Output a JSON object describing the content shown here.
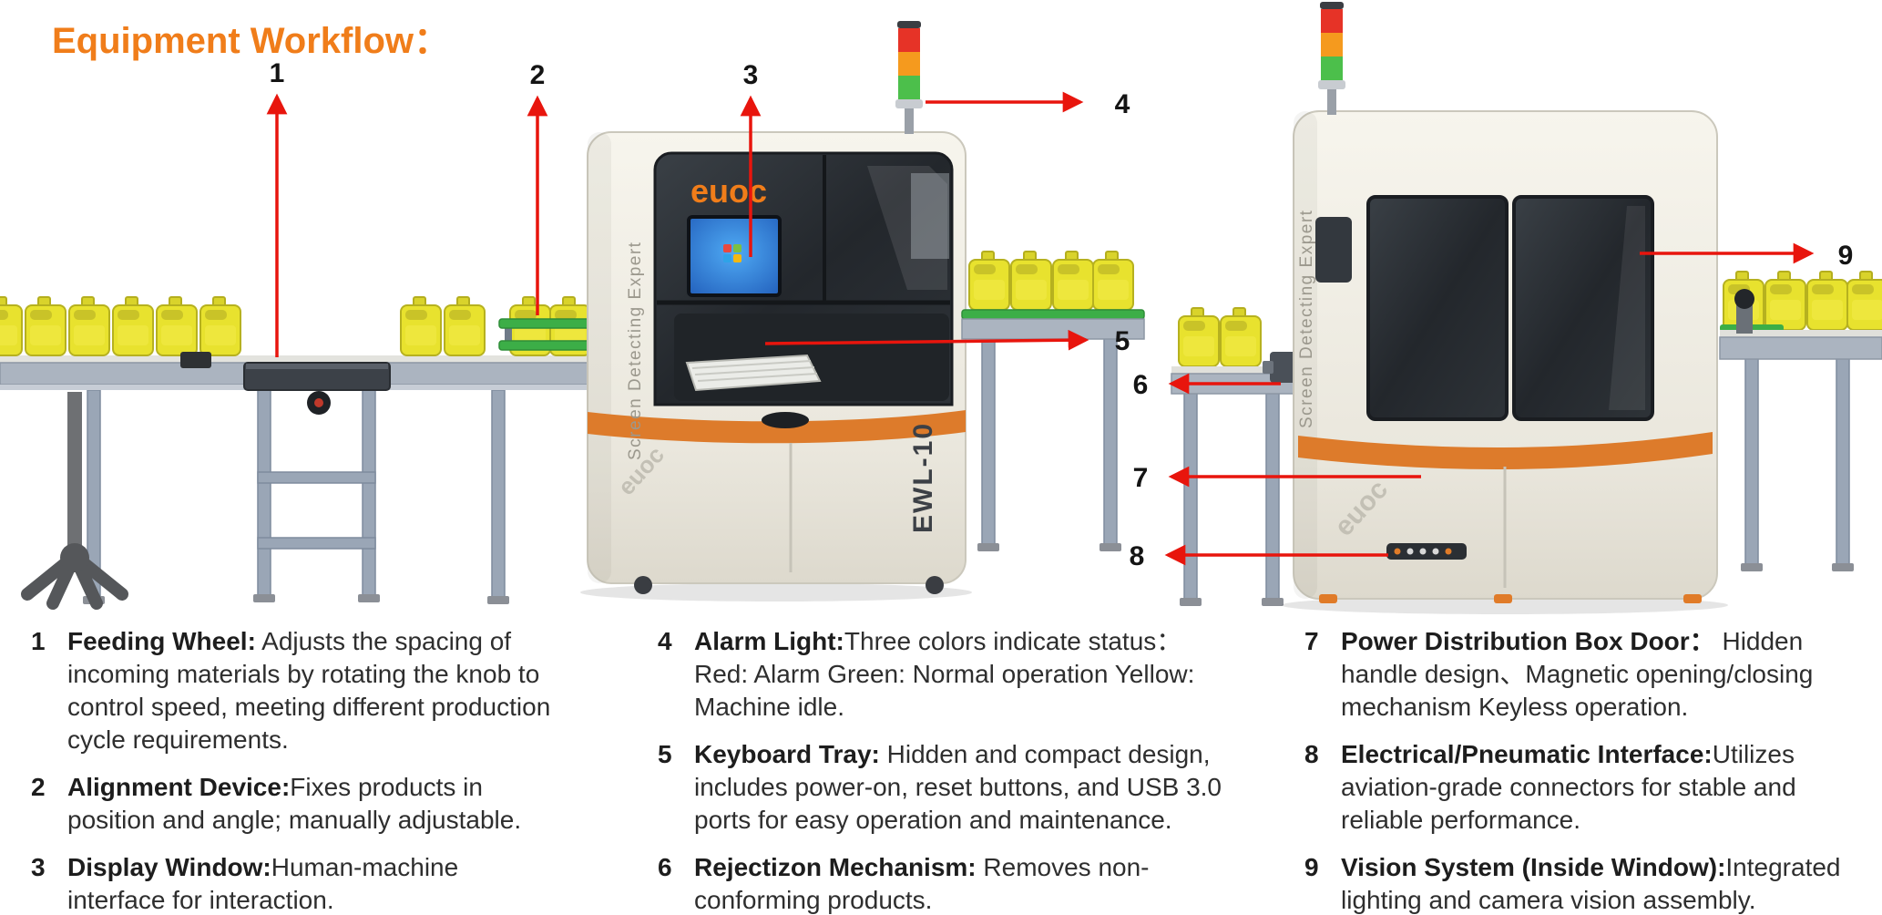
{
  "title": "Equipment Workflow：",
  "colors": {
    "title_orange": "#F07D1A",
    "arrow_red": "#E8150D",
    "machine_body": "#EFEDE5",
    "machine_orange_band": "#DD7B2B",
    "glass_dark": "#23272C",
    "can_yellow": "#E8E22E",
    "conveyor_green": "#3CAE47",
    "alarm_red": "#E63327",
    "alarm_yellow": "#F59A1E",
    "alarm_green": "#4CBF4B",
    "screen_blue": "#2A6FD4",
    "steel_frame": "#9AA6B6"
  },
  "machines": {
    "brand_logo": "euoc",
    "model": "EWL-10",
    "side_label": "Screen Detecting Expert"
  },
  "callouts": [
    "1",
    "2",
    "3",
    "4",
    "5",
    "6",
    "7",
    "8",
    "9"
  ],
  "legend": {
    "columns": [
      {
        "items": [
          {
            "num": "1",
            "heading": "Feeding Wheel:",
            "body": " Adjusts the spacing of\nincoming materials by rotating the knob to\ncontrol speed, meeting different production\ncycle requirements."
          },
          {
            "num": "2",
            "heading": "Alignment Device:",
            "body": "Fixes products in\nposition and angle; manually adjustable."
          },
          {
            "num": "3",
            "heading": "Display Window:",
            "body": "Human-machine\ninterface for interaction."
          }
        ]
      },
      {
        "items": [
          {
            "num": "4",
            "heading": "Alarm Light:",
            "body": "Three colors indicate status：\nRed: Alarm Green: Normal operation Yellow:\nMachine idle."
          },
          {
            "num": "5",
            "heading": "Keyboard Tray:",
            "body": " Hidden and compact design,\nincludes power-on, reset buttons, and USB 3.0\nports for easy operation and maintenance."
          },
          {
            "num": "6",
            "heading": "Rejectizon Mechanism:",
            "body": " Removes non-\nconforming products."
          }
        ]
      },
      {
        "items": [
          {
            "num": "7",
            "heading": "Power Distribution Box Door：",
            "body": " Hidden\nhandle design、Magnetic opening/closing\nmechanism Keyless operation."
          },
          {
            "num": "8",
            "heading": "Electrical/Pneumatic Interface:",
            "body": "Utilizes\naviation-grade connectors for stable and\nreliable performance."
          },
          {
            "num": "9",
            "heading": "Vision System (Inside Window):",
            "body": "Integrated\nlighting and camera vision assembly."
          }
        ]
      }
    ]
  }
}
